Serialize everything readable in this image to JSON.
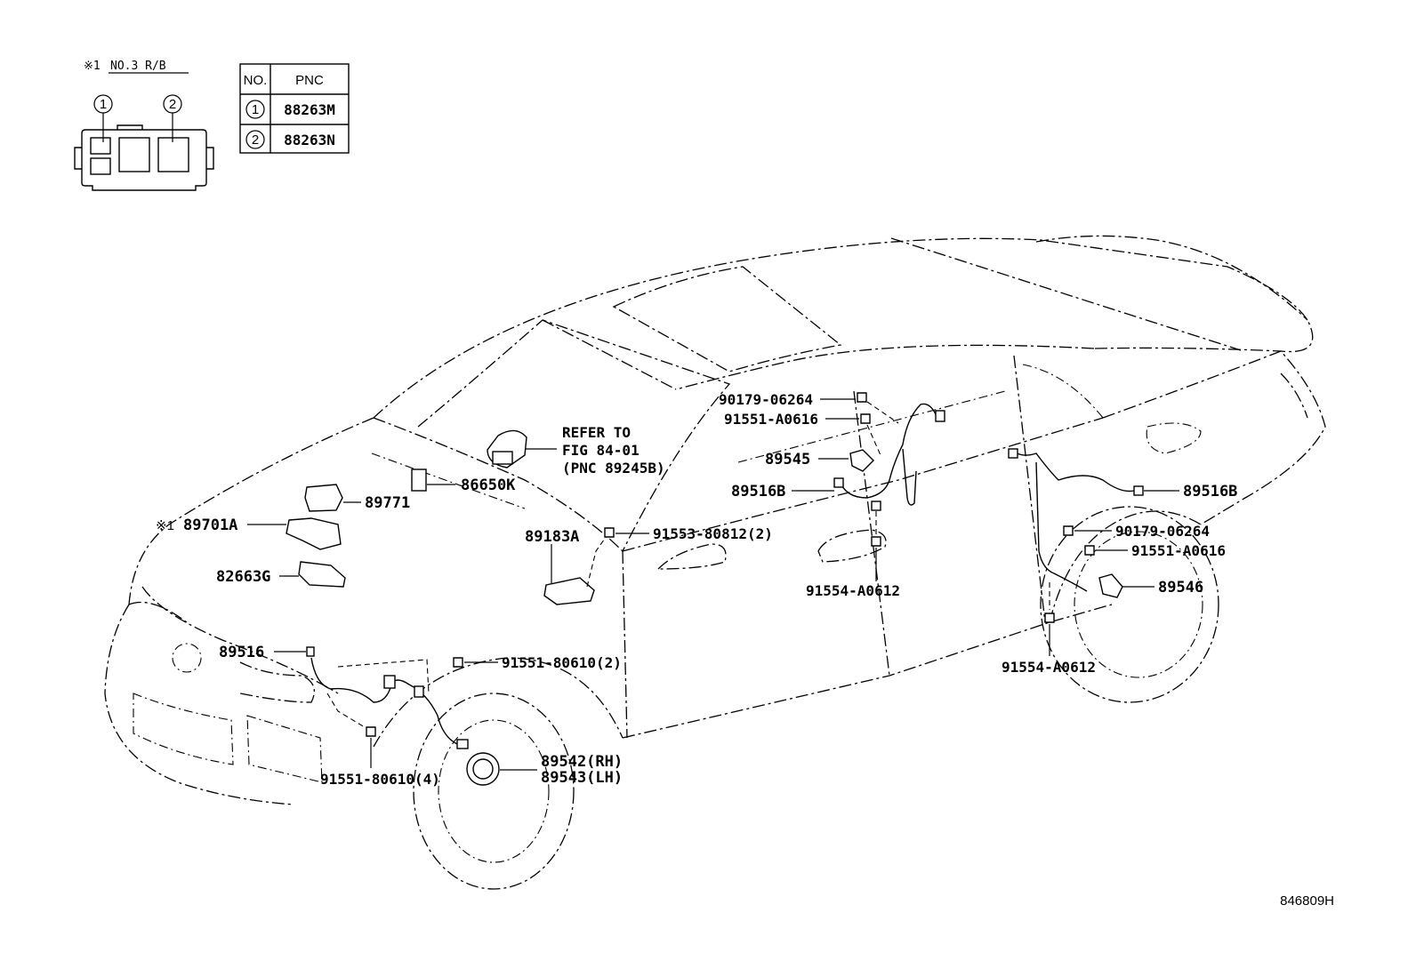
{
  "legend": {
    "note_mark": "※1",
    "note_text": "NO.3 R/B",
    "callouts": [
      "1",
      "2"
    ]
  },
  "pnc_table": {
    "headers": [
      "NO.",
      "PNC"
    ],
    "rows": [
      {
        "no": "1",
        "pnc": "88263M"
      },
      {
        "no": "2",
        "pnc": "88263N"
      }
    ]
  },
  "refer": {
    "line1": "REFER TO",
    "line2": "FIG 84-01",
    "line3": "(PNC 89245B)"
  },
  "parts": {
    "p89771": "89771",
    "p86650K": "86650K",
    "p89701A": "89701A",
    "p89701A_mark": "※1",
    "p82663G": "82663G",
    "p89183A": "89183A",
    "p91553": "91553-80812(2)",
    "p89516": "89516",
    "p91551_80610_2": "91551-80610(2)",
    "p91551_80610_4": "91551-80610(4)",
    "p89542": "89542(RH)",
    "p89543": "89543(LH)",
    "p90179_a": "90179-06264",
    "p91551_A_a": "91551-A0616",
    "p89545": "89545",
    "p89516B_a": "89516B",
    "p91554_a": "91554-A0612",
    "p89516B_b": "89516B",
    "p90179_b": "90179-06264",
    "p91551_A_b": "91551-A0616",
    "p89546": "89546",
    "p91554_b": "91554-A0612"
  },
  "figure_code": "846809H"
}
